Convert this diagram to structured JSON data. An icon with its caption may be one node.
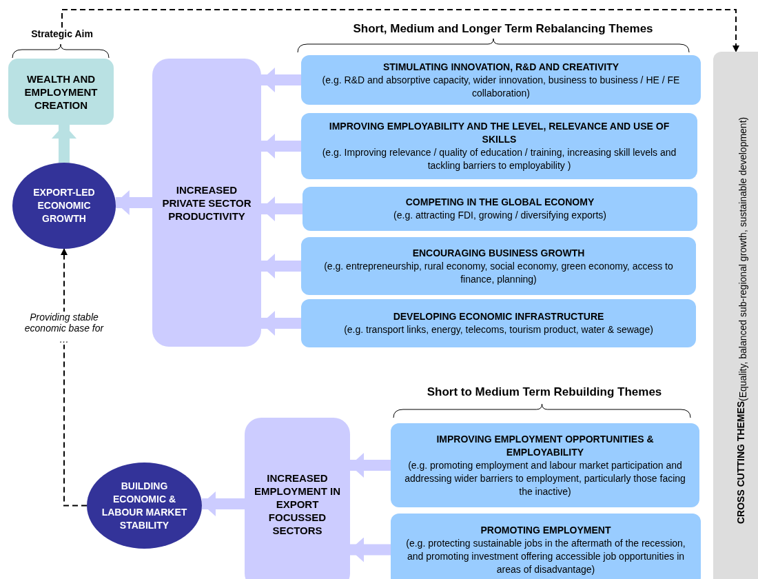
{
  "diagram": {
    "nodes": [
      {
        "text": [
          "WEALTH AND EMPLOYMENT CREATION"
        ]
      },
      {
        "text": [
          "EXPORT-LED ECONOMIC GROWTH"
        ]
      },
      {
        "text": [
          "INCREASED PRIVATE SECTOR PRODUCTIVITY"
        ]
      },
      {
        "text": [
          "STIMULATING INNOVATION, R&D AND CREATIVITY",
          "(e.g. R&D and absorptive capacity, wider innovation, business to business / HE / FE collaboration)"
        ]
      },
      {
        "text": [
          "IMPROVING EMPLOYABILITY AND THE LEVEL, RELEVANCE AND USE OF SKILLS",
          "(e.g. Improving relevance / quality of education / training, increasing skill levels and tackling barriers to employability )"
        ]
      },
      {
        "text": [
          "COMPETING IN THE GLOBAL ECONOMY",
          "(e.g. attracting FDI, growing / diversifying exports)"
        ]
      },
      {
        "text": [
          "ENCOURAGING BUSINESS GROWTH",
          "(e.g. entrepreneurship, rural economy, social economy, green economy, access to finance, planning)"
        ]
      },
      {
        "text": [
          "DEVELOPING ECONOMIC INFRASTRUCTURE",
          "(e.g. transport links, energy, telecoms, tourism product, water & sewage)"
        ]
      },
      {
        "text": [
          "CROSS CUTTING THEMES",
          "(Equality, balanced sub-regional growth, sustainable development)"
        ]
      },
      {
        "text": [
          "BUILDING ECONOMIC & LABOUR MARKET STABILITY"
        ]
      },
      {
        "text": [
          "INCREASED EMPLOYMENT IN EXPORT FOCUSSED SECTORS"
        ]
      },
      {
        "text": [
          "IMPROVING EMPLOYMENT OPPORTUNITIES & EMPLOYABILITY",
          "(e.g. promoting employment and labour market participation and addressing wider barriers to employment, particularly those facing the inactive)"
        ]
      },
      {
        "text": [
          "PROMOTING EMPLOYMENT",
          "(e.g. protecting sustainable jobs in the aftermath of the recession, and promoting investment offering accessible job opportunities in areas of disadvantage)"
        ]
      },
      {
        "text": [
          "Strategic Aim"
        ]
      }
    ],
    "edges": [
      {
        "from": 1,
        "to": 0,
        "arrow": "to",
        "color": "#b9e1e3"
      },
      {
        "from": 2,
        "to": 1,
        "arrow": "to"
      },
      {
        "from": 3,
        "to": 2,
        "arrow": "to"
      },
      {
        "from": 4,
        "to": 2,
        "arrow": "to"
      },
      {
        "from": 5,
        "to": 2,
        "arrow": "to"
      },
      {
        "from": 6,
        "to": 2,
        "arrow": "to"
      },
      {
        "from": 7,
        "to": 2,
        "arrow": "to"
      },
      {
        "from": 9,
        "to": 1,
        "arrow": "to",
        "style": "dashed",
        "color": "#000000",
        "label": "Providing stable economic base for …"
      },
      {
        "from": 13,
        "to": 8,
        "arrow": "to",
        "style": "dashed",
        "color": "#000000"
      },
      {
        "from": 10,
        "to": 9,
        "arrow": "to"
      },
      {
        "from": 11,
        "to": 10,
        "arrow": "to"
      },
      {
        "from": 12,
        "to": 10,
        "arrow": "to"
      }
    ],
    "labels": [
      "Short, Medium and Longer Term Rebalancing Themes",
      "Short to Medium Term Rebuilding Themes"
    ]
  }
}
